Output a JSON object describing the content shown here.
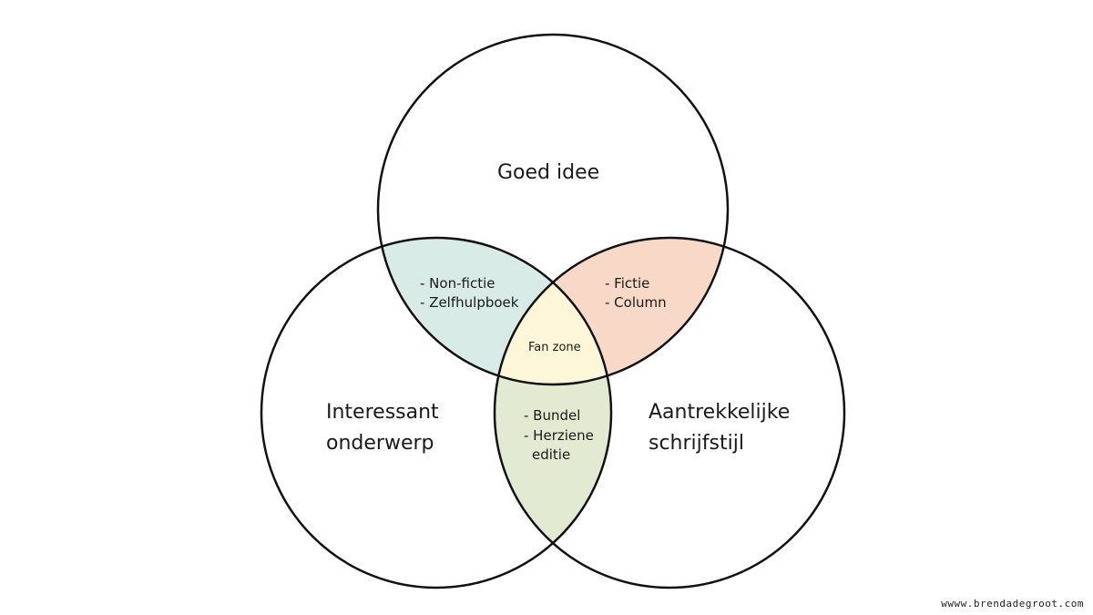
{
  "circles": {
    "top": {
      "label_lines": [
        "Goed idee"
      ]
    },
    "left": {
      "label_lines": [
        "Interessant",
        "onderwerp"
      ]
    },
    "right": {
      "label_lines": [
        "Aantrekkelijke",
        "schrijfstijl"
      ]
    }
  },
  "overlaps": {
    "top_left": {
      "lines": [
        "- Non-fictie",
        "- Zelfhulpboek"
      ],
      "color": "#d8ebe6"
    },
    "top_right": {
      "lines": [
        "- Fictie",
        "- Column"
      ],
      "color": "#f8d9c8"
    },
    "left_right": {
      "lines": [
        "- Bundel",
        "- Herziene",
        "editie"
      ],
      "color": "#e3ead2"
    },
    "center": {
      "lines": [
        "Fan zone"
      ],
      "color": "#fdf6d8"
    }
  },
  "credit": "wwww.brendadegroot.com"
}
